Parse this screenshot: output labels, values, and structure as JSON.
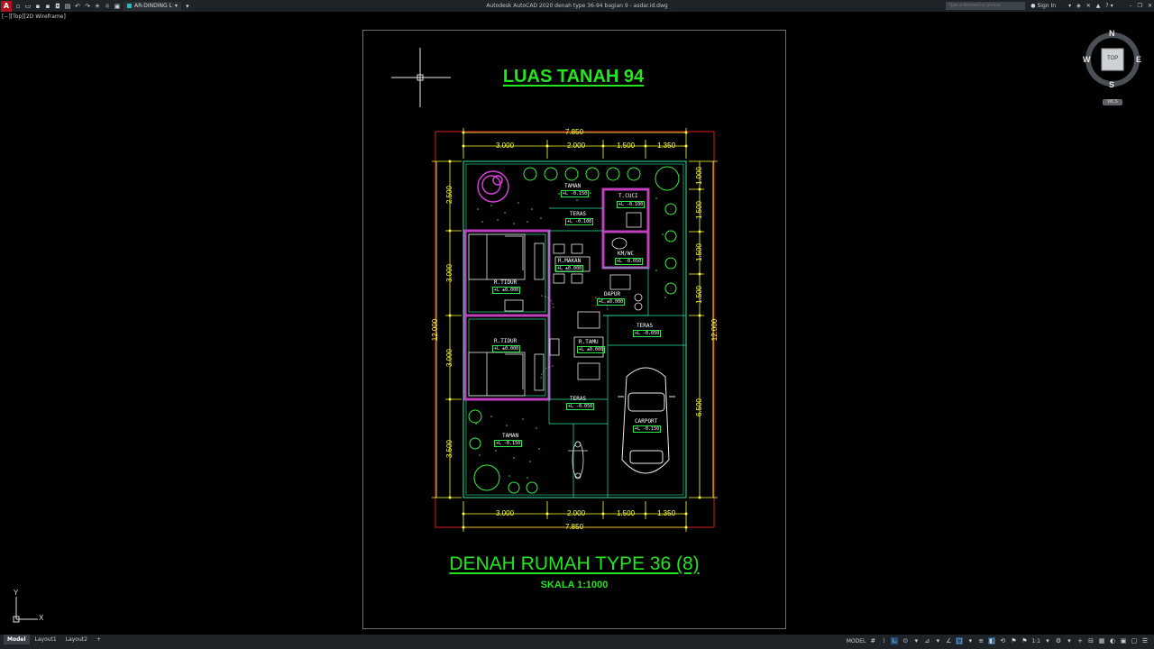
{
  "titlebar": {
    "app_logo": "A",
    "layer_name": "AR-DINDING L",
    "doc_title": "Autodesk AutoCAD 2020    denah type 36-94 bagian 9 - asdar.id.dwg",
    "search_placeholder": "Type a keyword or phrase",
    "sign_in": "Sign In"
  },
  "viewport_label": "[−][Top][2D Wireframe]",
  "drawing": {
    "title_top": "LUAS TANAH 94",
    "title_main": "DENAH RUMAH TYPE 36 (8)",
    "scale": "SKALA 1:1000",
    "dims": {
      "total_width": "7.850",
      "top_segments": [
        "3.000",
        "2.000",
        "1.500",
        "1.350"
      ],
      "bottom_segments": [
        "3.000",
        "2.000",
        "1.500",
        "1.350"
      ],
      "left_segments": [
        "2.500",
        "3.000",
        "3.000",
        "3.500"
      ],
      "total_height": "12.000",
      "right_segments": [
        "1.000",
        "1.500",
        "1.500",
        "1.500",
        "6.500"
      ]
    },
    "rooms": [
      {
        "name": "TAMAN",
        "elev": "+L -0.150"
      },
      {
        "name": "TERAS",
        "elev": "+L -0.100"
      },
      {
        "name": "T.CUCI",
        "elev": "+L -0.100"
      },
      {
        "name": "R.MAKAN",
        "elev": "+L ±0.000"
      },
      {
        "name": "KM/WC",
        "elev": "+L -0.050"
      },
      {
        "name": "R.TIDUR",
        "elev": "+L ±0.000"
      },
      {
        "name": "DAPUR",
        "elev": "+L ±0.000"
      },
      {
        "name": "TERAS",
        "elev": "+L -0.050"
      },
      {
        "name": "R.TIDUR",
        "elev": "+L ±0.000"
      },
      {
        "name": "R.TAMU",
        "elev": "+L ±0.000"
      },
      {
        "name": "TERAS",
        "elev": "+L -0.050"
      },
      {
        "name": "CARPORT",
        "elev": "+L -0.150"
      },
      {
        "name": "TAMAN",
        "elev": "+L -0.150"
      }
    ]
  },
  "viewcube": {
    "n": "N",
    "s": "S",
    "e": "E",
    "w": "W",
    "face": "TOP",
    "wcs": "WCS"
  },
  "ucs": {
    "x": "X",
    "y": "Y"
  },
  "statusbar": {
    "tabs": [
      "Model",
      "Layout1",
      "Layout2"
    ],
    "add_tab": "+",
    "model_label": "MODEL",
    "scale": "1:1"
  },
  "colors": {
    "green": "#23e61e",
    "dim_yellow": "#ffff33",
    "wall_magenta": "#c040c0",
    "sheet_border": "#6f6f6f"
  }
}
